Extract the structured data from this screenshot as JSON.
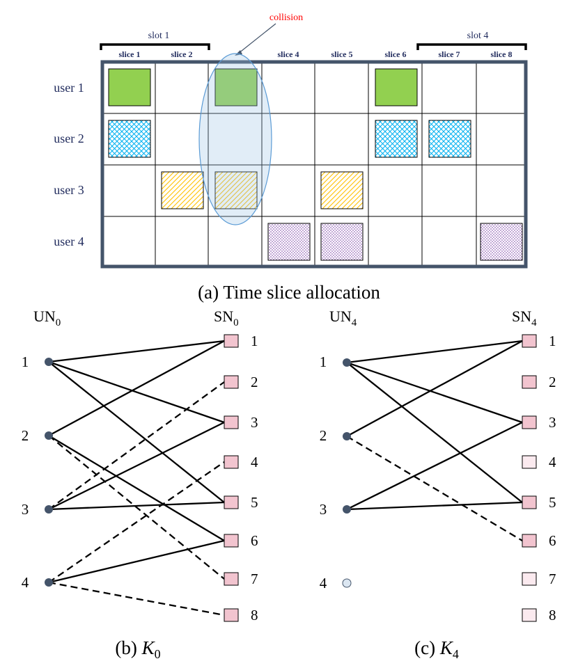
{
  "panel_a": {
    "collision_label": "collision",
    "slot_labels": [
      "slot 1",
      "slot 4"
    ],
    "slice_labels": [
      "slice 1",
      "slice 2",
      "",
      "slice 4",
      "slice 5",
      "slice 6",
      "slice 7",
      "slice 8"
    ],
    "users": [
      {
        "label": "user 1",
        "slices": [
          1,
          3,
          6
        ],
        "pattern": "solid-green"
      },
      {
        "label": "user 2",
        "slices": [
          1,
          6,
          7
        ],
        "pattern": "crosshatch-blue"
      },
      {
        "label": "user 3",
        "slices": [
          2,
          3,
          5
        ],
        "pattern": "diagonal-yellow"
      },
      {
        "label": "user 4",
        "slices": [
          4,
          5,
          8
        ],
        "pattern": "dotted-purple"
      }
    ],
    "collision_slice": 3,
    "caption": "(a) Time slice allocation"
  },
  "panel_b": {
    "left_title": {
      "base": "UN",
      "sub": "0"
    },
    "right_title": {
      "base": "SN",
      "sub": "0"
    },
    "user_nodes": [
      "1",
      "2",
      "3",
      "4"
    ],
    "slice_nodes": [
      "1",
      "2",
      "3",
      "4",
      "5",
      "6",
      "7",
      "8"
    ],
    "edges": [
      {
        "from": "1",
        "to": "1",
        "style": "solid"
      },
      {
        "from": "1",
        "to": "3",
        "style": "solid"
      },
      {
        "from": "1",
        "to": "5",
        "style": "solid"
      },
      {
        "from": "2",
        "to": "1",
        "style": "solid"
      },
      {
        "from": "2",
        "to": "6",
        "style": "solid"
      },
      {
        "from": "2",
        "to": "7",
        "style": "dashed"
      },
      {
        "from": "3",
        "to": "2",
        "style": "dashed"
      },
      {
        "from": "3",
        "to": "3",
        "style": "solid"
      },
      {
        "from": "3",
        "to": "5",
        "style": "solid"
      },
      {
        "from": "4",
        "to": "4",
        "style": "dashed"
      },
      {
        "from": "4",
        "to": "6",
        "style": "solid"
      },
      {
        "from": "4",
        "to": "8",
        "style": "dashed"
      }
    ],
    "caption": {
      "prefix": "(b) ",
      "var": "K",
      "sub": "0"
    }
  },
  "panel_c": {
    "left_title": {
      "base": "UN",
      "sub": "4"
    },
    "right_title": {
      "base": "SN",
      "sub": "4"
    },
    "user_nodes": [
      "1",
      "2",
      "3",
      "4"
    ],
    "slice_nodes": [
      "1",
      "2",
      "3",
      "4",
      "5",
      "6",
      "7",
      "8"
    ],
    "inactive_users": [
      "4"
    ],
    "faded_slices": [
      "4",
      "7",
      "8"
    ],
    "edges": [
      {
        "from": "1",
        "to": "1",
        "style": "solid"
      },
      {
        "from": "1",
        "to": "3",
        "style": "solid"
      },
      {
        "from": "1",
        "to": "5",
        "style": "solid"
      },
      {
        "from": "2",
        "to": "1",
        "style": "solid"
      },
      {
        "from": "2",
        "to": "6",
        "style": "dashed"
      },
      {
        "from": "3",
        "to": "3",
        "style": "solid"
      },
      {
        "from": "3",
        "to": "5",
        "style": "solid"
      }
    ],
    "caption": {
      "prefix": "(c) ",
      "var": "K",
      "sub": "4"
    }
  },
  "colors": {
    "grid_border": "#44546a",
    "green": "#92d050",
    "blue": "#00b0f0",
    "yellow": "#ffc000",
    "purple": "#7030a0",
    "collision_text": "#ff0000",
    "user_node": "#44546a",
    "slice_node": "#f2c4cf",
    "slice_node_faded": "#fbeaef"
  }
}
